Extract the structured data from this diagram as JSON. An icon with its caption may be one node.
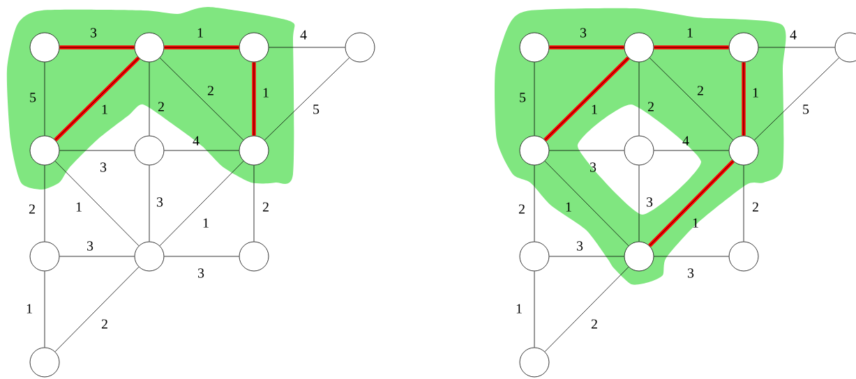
{
  "diagram": {
    "nodes": [
      {
        "text": [],
        "shape": "circle"
      },
      {
        "text": [],
        "shape": "circle"
      },
      {
        "text": [],
        "shape": "circle"
      },
      {
        "text": [],
        "shape": "circle"
      },
      {
        "text": [],
        "shape": "circle"
      },
      {
        "text": [],
        "shape": "circle"
      },
      {
        "text": [],
        "shape": "circle"
      },
      {
        "text": [],
        "shape": "circle"
      },
      {
        "text": [],
        "shape": "circle"
      },
      {
        "text": [],
        "shape": "circle"
      },
      {
        "text": [],
        "shape": "circle"
      },
      {
        "text": [],
        "shape": "circle"
      },
      {
        "text": [],
        "shape": "circle"
      },
      {
        "text": [],
        "shape": "circle"
      },
      {
        "text": [],
        "shape": "circle"
      },
      {
        "text": [],
        "shape": "circle"
      },
      {
        "text": [],
        "shape": "circle"
      },
      {
        "text": [],
        "shape": "circle"
      },
      {
        "text": [],
        "shape": "circle"
      },
      {
        "text": [],
        "shape": "circle"
      },
      {
        "text": [],
        "shape": "circle"
      },
      {
        "text": [],
        "shape": "circle"
      }
    ],
    "edges": [
      {
        "from": 0,
        "to": 1,
        "arrow": "none",
        "label": "3",
        "style": "thick",
        "color": "#ff0000"
      },
      {
        "from": 1,
        "to": 2,
        "arrow": "none",
        "label": "1",
        "style": "thick",
        "color": "#ff0000"
      },
      {
        "from": 2,
        "to": 3,
        "arrow": "none",
        "label": "4"
      },
      {
        "from": 0,
        "to": 4,
        "arrow": "none",
        "label": "5"
      },
      {
        "from": 1,
        "to": 4,
        "arrow": "none",
        "label": "1",
        "style": "thick",
        "color": "#ff0000"
      },
      {
        "from": 1,
        "to": 5,
        "arrow": "none",
        "label": "2"
      },
      {
        "from": 1,
        "to": 6,
        "arrow": "none",
        "label": "2"
      },
      {
        "from": 2,
        "to": 6,
        "arrow": "none",
        "label": "1",
        "style": "thick",
        "color": "#ff0000"
      },
      {
        "from": 3,
        "to": 6,
        "arrow": "none",
        "label": "5"
      },
      {
        "from": 4,
        "to": 5,
        "arrow": "none",
        "label": "3"
      },
      {
        "from": 5,
        "to": 6,
        "arrow": "none",
        "label": "4"
      },
      {
        "from": 4,
        "to": 7,
        "arrow": "none",
        "label": "2"
      },
      {
        "from": 4,
        "to": 8,
        "arrow": "none",
        "label": "1"
      },
      {
        "from": 5,
        "to": 8,
        "arrow": "none",
        "label": "3"
      },
      {
        "from": 6,
        "to": 8,
        "arrow": "none",
        "label": "1"
      },
      {
        "from": 6,
        "to": 9,
        "arrow": "none",
        "label": "2"
      },
      {
        "from": 7,
        "to": 8,
        "arrow": "none",
        "label": "3"
      },
      {
        "from": 8,
        "to": 9,
        "arrow": "none",
        "label": "3"
      },
      {
        "from": 7,
        "to": 10,
        "arrow": "none",
        "label": "1"
      },
      {
        "from": 8,
        "to": 10,
        "arrow": "none",
        "label": "2"
      },
      {
        "from": 11,
        "to": 12,
        "arrow": "none",
        "label": "3",
        "style": "thick",
        "color": "#ff0000"
      },
      {
        "from": 12,
        "to": 13,
        "arrow": "none",
        "label": "1",
        "style": "thick",
        "color": "#ff0000"
      },
      {
        "from": 13,
        "to": 14,
        "arrow": "none",
        "label": "4"
      },
      {
        "from": 11,
        "to": 15,
        "arrow": "none",
        "label": "5"
      },
      {
        "from": 12,
        "to": 15,
        "arrow": "none",
        "label": "1",
        "style": "thick",
        "color": "#ff0000"
      },
      {
        "from": 12,
        "to": 16,
        "arrow": "none",
        "label": "2"
      },
      {
        "from": 12,
        "to": 17,
        "arrow": "none",
        "label": "2"
      },
      {
        "from": 13,
        "to": 17,
        "arrow": "none",
        "label": "1",
        "style": "thick",
        "color": "#ff0000"
      },
      {
        "from": 14,
        "to": 17,
        "arrow": "none",
        "label": "5"
      },
      {
        "from": 15,
        "to": 16,
        "arrow": "none",
        "label": "3"
      },
      {
        "from": 16,
        "to": 17,
        "arrow": "none",
        "label": "4"
      },
      {
        "from": 15,
        "to": 18,
        "arrow": "none",
        "label": "2"
      },
      {
        "from": 15,
        "to": 19,
        "arrow": "none",
        "label": "1"
      },
      {
        "from": 16,
        "to": 19,
        "arrow": "none",
        "label": "3"
      },
      {
        "from": 17,
        "to": 19,
        "arrow": "none",
        "label": "1",
        "style": "thick",
        "color": "#ff0000"
      },
      {
        "from": 17,
        "to": 20,
        "arrow": "none",
        "label": "2"
      },
      {
        "from": 18,
        "to": 19,
        "arrow": "none",
        "label": "3"
      },
      {
        "from": 19,
        "to": 20,
        "arrow": "none",
        "label": "3"
      },
      {
        "from": 18,
        "to": 21,
        "arrow": "none",
        "label": "1"
      },
      {
        "from": 19,
        "to": 21,
        "arrow": "none",
        "label": "2"
      }
    ]
  }
}
